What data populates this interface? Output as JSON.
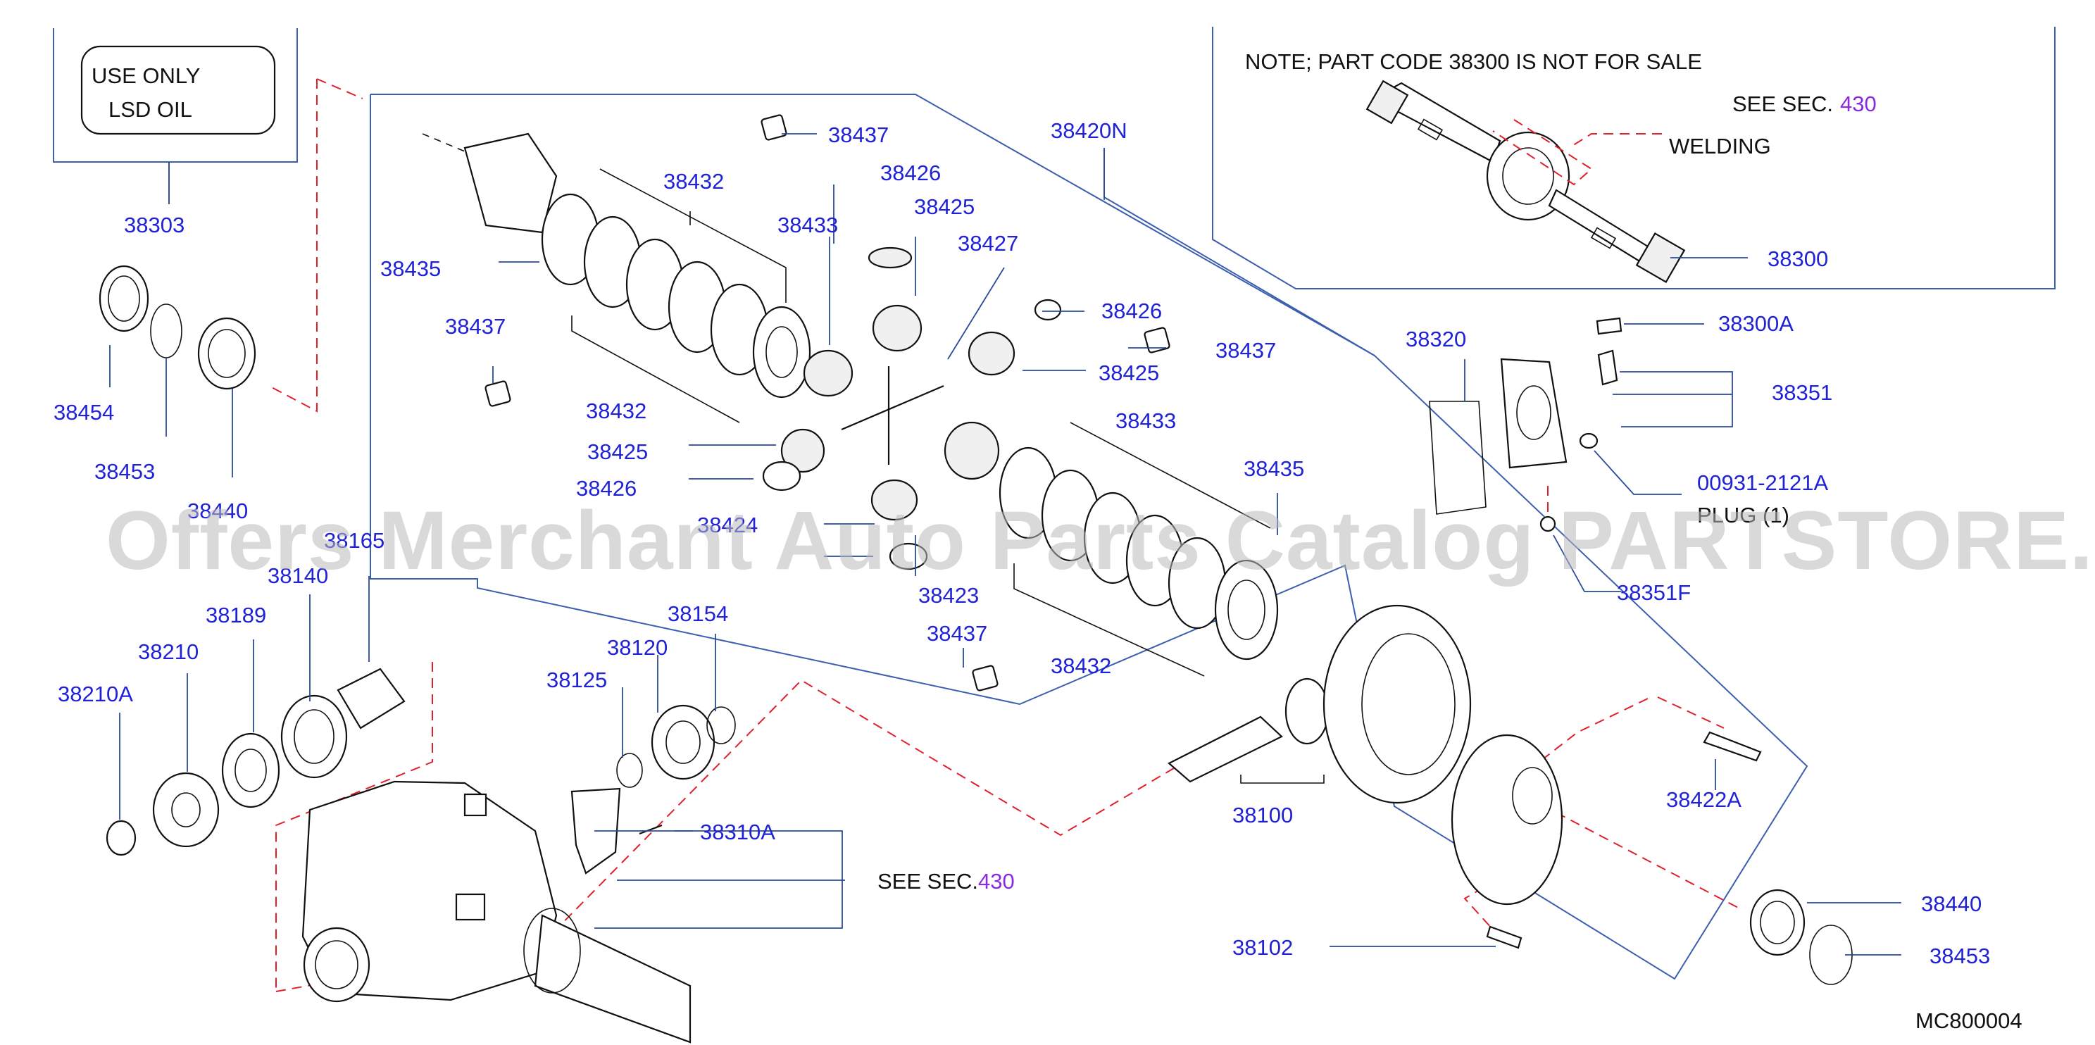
{
  "watermark": "Offers Merchant Auto Parts Catalog PARTSTORE.SA",
  "oil_note": {
    "line1": "USE   ONLY",
    "line2": "LSD   OIL"
  },
  "note_box": {
    "note": "NOTE;  PART  CODE  38300  IS  NOT  FOR  SALE",
    "see": "SEE   SEC.",
    "see_sec": "430",
    "welding": "WELDING"
  },
  "see_sec_bottom": {
    "see": "SEE   SEC.",
    "sec": "430"
  },
  "diagram_code": "MC800004",
  "plug_text": "PLUG  (1)",
  "part_labels": {
    "p38303": "38303",
    "p38454": "38454",
    "p38453_a": "38453",
    "p38440_a": "38440",
    "p38435_a": "38435",
    "p38432_a": "38432",
    "p38433_a": "38433",
    "p38437_a": "38437",
    "p38437_b": "38437",
    "p38437_c": "38437",
    "p38437_d": "38437",
    "p38426_a": "38426",
    "p38425_a": "38425",
    "p38427": "38427",
    "p38420N": "38420N",
    "p38426_b": "38426",
    "p38425_b": "38425",
    "p38432_b": "38432",
    "p38425_c": "38425",
    "p38426_c": "38426",
    "p38433_b": "38433",
    "p38435_b": "38435",
    "p38424": "38424",
    "p38423": "38423",
    "p38432_c": "38432",
    "p38165": "38165",
    "p38140": "38140",
    "p38189": "38189",
    "p38210": "38210",
    "p38210A": "38210A",
    "p38125": "38125",
    "p38120": "38120",
    "p38154": "38154",
    "p38310A": "38310A",
    "p38320": "38320",
    "p38300A": "38300A",
    "p38351": "38351",
    "p00931": "00931-2121A",
    "p38351F": "38351F",
    "p38300": "38300",
    "p38100": "38100",
    "p38422A": "38422A",
    "p38440_b": "38440",
    "p38453_b": "38453",
    "p38102": "38102"
  },
  "colors": {
    "part_number": "#1f22d6",
    "leader": "#2a4a9a",
    "dashed": "#e0202a",
    "section_ref": "#8a2be2"
  }
}
